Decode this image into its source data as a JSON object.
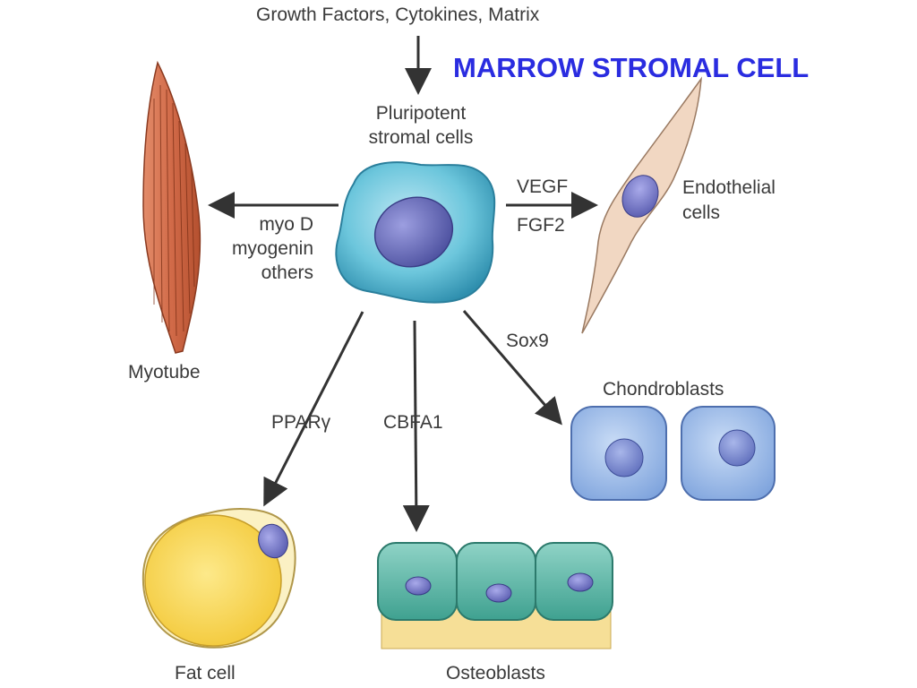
{
  "title": "MARROW STROMAL CELL",
  "title_color": "#2a2ce0",
  "input": {
    "label": "Growth Factors, Cytokines, Matrix"
  },
  "center_cell": {
    "line1": "Pluripotent",
    "line2": "stromal cells"
  },
  "lineages": {
    "myotube": {
      "label": "Myotube",
      "factor_line1": "myo D",
      "factor_line2": "myogenin",
      "factor_line3": "others"
    },
    "endothelial": {
      "label_line1": "Endothelial",
      "label_line2": "cells",
      "factor_line1": "VEGF",
      "factor_line2": "FGF2"
    },
    "chondroblasts": {
      "label": "Chondroblasts",
      "factor": "Sox9"
    },
    "fat": {
      "label": "Fat cell",
      "factor": "PPARγ"
    },
    "osteoblasts": {
      "label": "Osteoblasts",
      "factor": "CBFA1"
    }
  }
}
